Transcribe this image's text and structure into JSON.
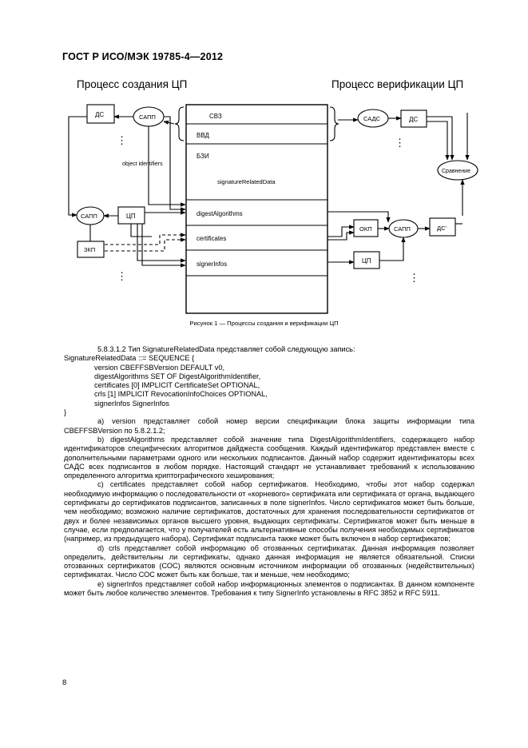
{
  "header": {
    "standard": "ГОСТ Р ИСО/МЭК 19785-4—2012"
  },
  "figure": {
    "left_title": "Процесс создания ЦП",
    "right_title": "Процесс верификации ЦП",
    "fields": [
      "СВЗ",
      "ВВД",
      "БЗИ",
      "signatureRelatedData",
      "digestAlgorithms",
      "certificates",
      "signerInfos"
    ],
    "left_nodes": {
      "ds": "ДС",
      "sapp_top": "САПП",
      "sapp_mid": "САПП",
      "cp": "ЦП",
      "zkp": "ЗКП"
    },
    "right_nodes": {
      "sads": "САДС",
      "ds": "ДС",
      "comparison": "Сравнение",
      "okp": "ОКП",
      "sapp": "САПП",
      "ds_prime": "ДС'",
      "cp": "ЦП"
    },
    "annotation": "object identifiers",
    "ellipsis": "⋮",
    "caption": "Рисунок 1 — Процессы создания и верификации ЦП"
  },
  "text": {
    "intro": "5.8.3.1.2  Тип SignatureRelatedData представляет собой следующую запись:",
    "code": [
      "SignatureRelatedData ::= SEQUENCE {",
      "version CBEFFSBVersion DEFAULT v0,",
      "digestAlgorithms SET OF DigestAlgorithmIdentifier,",
      "certificates [0] IMPLICIT CertificateSet OPTIONAL,",
      "crls [1] IMPLICIT RevocationInfoChoices OPTIONAL,",
      "signerInfos SignerInfos",
      "}"
    ],
    "a": "a) version представляет собой номер версии спецификации блока защиты информации типа CBEFFSBVersion по 5.8.2.1.2;",
    "b": "b) digestAlgorithms представляет собой значение типа DigestAlgorithmIdentifiers, содержащего набор идентификаторов специфических алгоритмов дайджеста сообщения. Каждый идентификатор представлен вместе с дополнительными параметрами одного или нескольких подписантов. Данный набор содержит идентификаторы всех САДС всех подписантов в любом порядке. Настоящий стандарт не устанавливает требований к использованию определенного алгоритма криптографического хеширования;",
    "c": "c) certificates представляет собой набор сертификатов. Необходимо, чтобы этот набор содержал необходимую информацию о последовательности от «корневого» сертификата или сертификата от органа, выдающего сертификаты до сертификатов подписантов, записанных в поле signerInfos. Число сертификатов может быть больше, чем необходимо; возможно наличие сертификатов, достаточных для хранения последовательности сертификатов от двух и более независимых органов высшего уровня, выдающих сертификаты. Сертификатов может быть меньше в случае, если предполагается, что у получателей есть альтернативные способы получения необходимых сертификатов (например, из предыдущего набора). Сертификат подписанта также может быть включен в набор сертификатов;",
    "d": "d) crls представляет собой информацию об отозванных сертификатах. Данная информация позволяет определить, действительны ли сертификаты, однако данная информация не является обязательной. Списки отозванных сертификатов (СОС) являются основным источником информации об отозванных (недействительных) сертификатах. Число СОС может быть как больше, так и меньше, чем необходимо;",
    "e": "e) signerInfos представляет собой набор информационных элементов о подписантах. В данном компоненте может быть любое количество элементов. Требования к типу SignerInfo установлены в RFC 3852 и RFC 5911."
  },
  "page_number": "8"
}
